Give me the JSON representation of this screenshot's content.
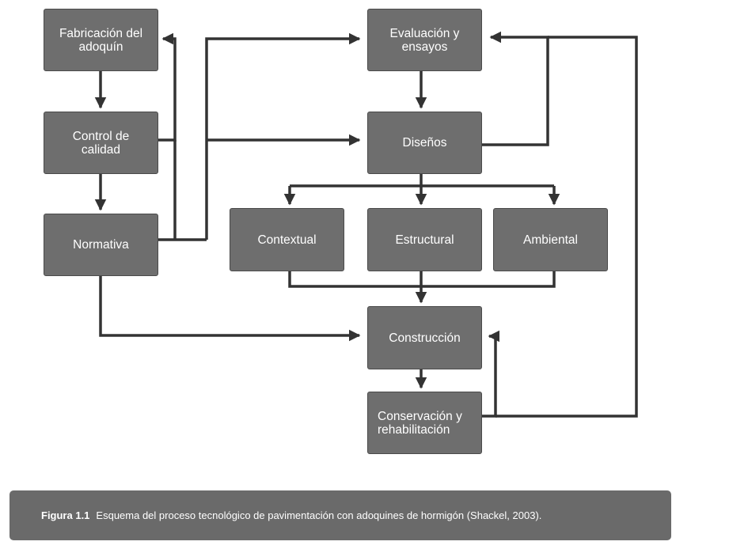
{
  "nodes": {
    "fabricacion": "Fabricación del\nadoquín",
    "control": "Control de\ncalidad",
    "normativa": "Normativa",
    "evaluacion": "Evaluación y\nensayos",
    "disenos": "Diseños",
    "contextual": "Contextual",
    "estructural": "Estructural",
    "ambiental": "Ambiental",
    "construccion": "Construcción",
    "conservacion": "Conservación y\nrehabilitación"
  },
  "caption": {
    "label": "Figura 1.1",
    "text": "Esquema del proceso tecnológico de pavimentación con adoquines de hormigón (Shackel, 2003)."
  },
  "colors": {
    "box_fill": "#6e6e6e",
    "connector": "#333333",
    "caption_bg": "#6a6a6a",
    "text": "#ffffff"
  }
}
